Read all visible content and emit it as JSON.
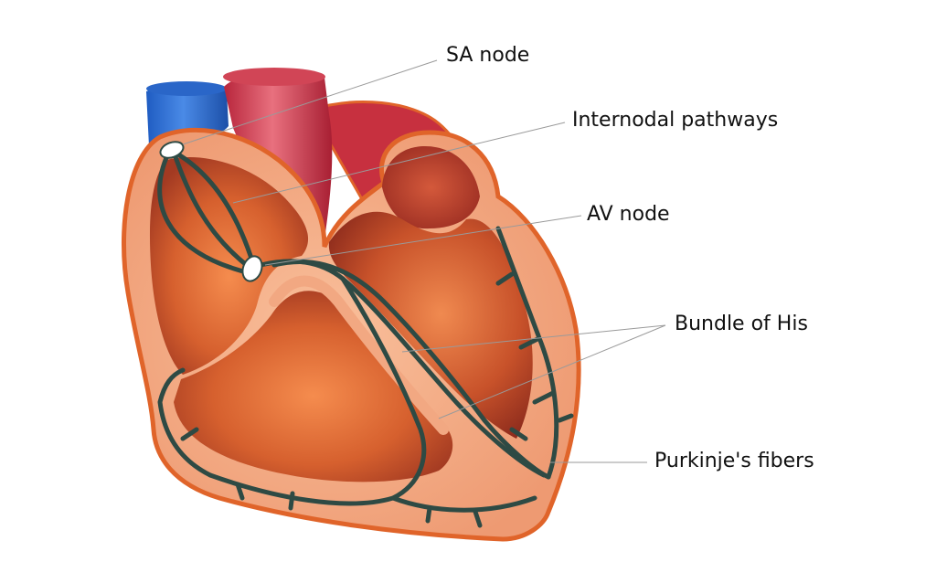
{
  "labels": {
    "sa_node": "SA node",
    "internodal": "Internodal pathways",
    "av_node": "AV node",
    "bundle_his": "Bundle of His",
    "purkinje": "Purkinje's fibers"
  },
  "colors": {
    "vena_cava": "#2f6fd0",
    "aorta": "#c8334a",
    "outer_tissue": "#f2a882",
    "outline": "#e0642a",
    "chamber": "#d9652f",
    "conduction": "#2e4a44",
    "node_fill": "#ffffff",
    "leader_line": "#9a9a9a"
  }
}
